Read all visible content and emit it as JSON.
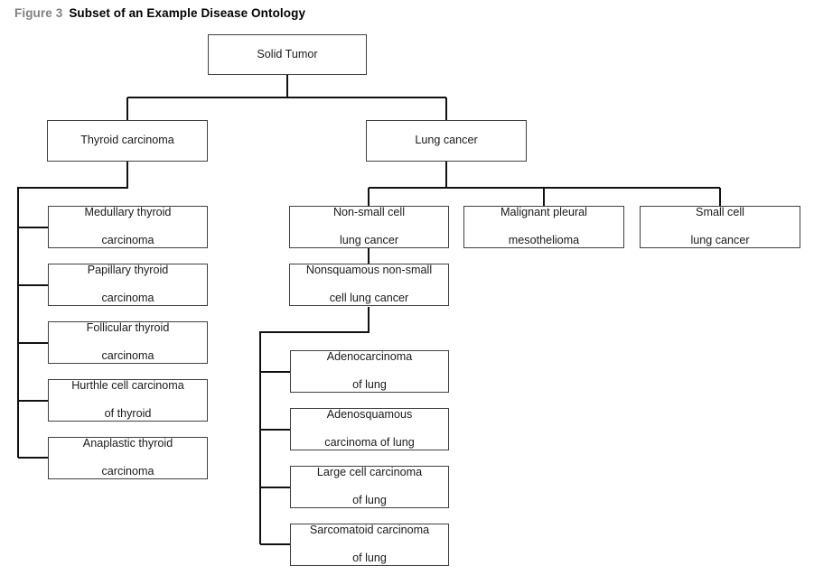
{
  "figure": {
    "label": "Figure 3",
    "title": "Subset of an Example Disease Ontology",
    "label_color": "#808080",
    "title_color": "#000000",
    "background_color": "#ffffff",
    "line_color": "#111111",
    "box_border_color": "#404040"
  },
  "nodes": {
    "root": {
      "label": "Solid Tumor"
    },
    "thyroid": {
      "label": "Thyroid carcinoma"
    },
    "lung": {
      "label": "Lung cancer"
    },
    "thyroid_children": [
      {
        "line1": "Medullary thyroid",
        "line2": "carcinoma"
      },
      {
        "line1": "Papillary thyroid",
        "line2": "carcinoma"
      },
      {
        "line1": "Follicular thyroid",
        "line2": "carcinoma"
      },
      {
        "line1": "Hurthle cell carcinoma",
        "line2": "of thyroid"
      },
      {
        "line1": "Anaplastic thyroid",
        "line2": "carcinoma"
      }
    ],
    "lung_children": [
      {
        "line1": "Non-small cell",
        "line2": "lung cancer"
      },
      {
        "line1": "Malignant pleural",
        "line2": "mesothelioma"
      },
      {
        "line1": "Small cell",
        "line2": "lung cancer"
      }
    ],
    "nonsquamous": {
      "line1": "Nonsquamous non-small",
      "line2": "cell lung cancer"
    },
    "nonsquamous_children": [
      {
        "line1": "Adenocarcinoma",
        "line2": "of lung"
      },
      {
        "line1": "Adenosquamous",
        "line2": "carcinoma of lung"
      },
      {
        "line1": "Large cell carcinoma",
        "line2": "of lung"
      },
      {
        "line1": "Sarcomatoid carcinoma",
        "line2": "of lung"
      }
    ]
  }
}
